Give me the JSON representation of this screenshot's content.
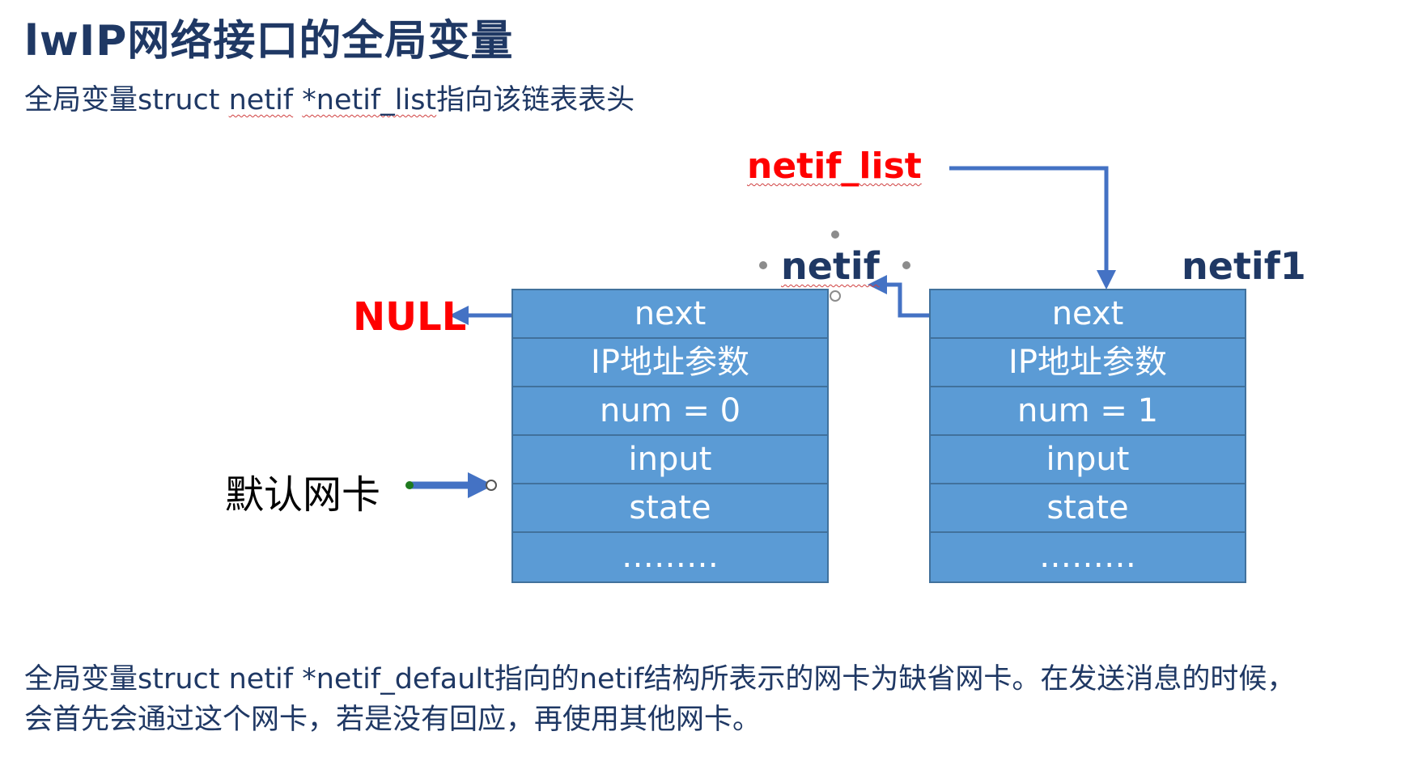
{
  "title": "lwIP网络接口的全局变量",
  "subtitle": {
    "prefix": "全局变量struct ",
    "netif": "netif",
    "space": " ",
    "netif_list": "*netif_list",
    "suffix": "指向该链表表头"
  },
  "labels": {
    "netif_list": "netif_list",
    "null": "NULL",
    "netif": "netif",
    "netif1": "netif1",
    "default_nic": "默认网卡"
  },
  "structs": [
    {
      "name": "netif",
      "rows": [
        "next",
        "IP地址参数",
        "num = 0",
        "input",
        "state",
        "………"
      ]
    },
    {
      "name": "netif1",
      "rows": [
        "next",
        "IP地址参数",
        "num = 1",
        "input",
        "state",
        "………"
      ]
    }
  ],
  "paragraph": {
    "line1": "全局变量struct netif *netif_default指向的netif结构所表示的网卡为缺省网卡。在发送消息的时候，",
    "line2": "会首先会通过这个网卡，若是没有回应，再使用其他网卡。"
  },
  "colors": {
    "title": "#1f3864",
    "accent_red": "#ff0000",
    "box_fill": "#5b9bd5",
    "box_border": "#41719c",
    "arrow": "#4472c4"
  }
}
